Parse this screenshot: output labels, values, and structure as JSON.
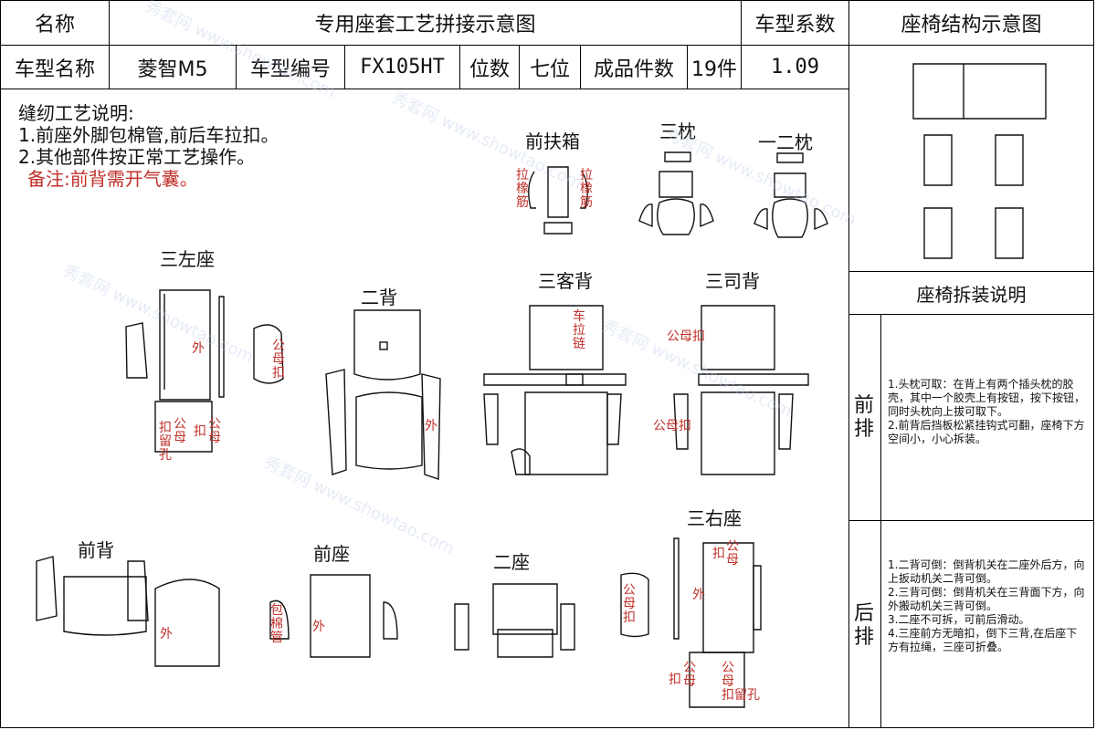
{
  "header": {
    "name_label": "名称",
    "title": "专用座套工艺拼接示意图",
    "coef_label": "车型系数",
    "struct_label": "座椅结构示意图"
  },
  "info": {
    "model_name_label": "车型名称",
    "model_name": "菱智M5",
    "model_code_label": "车型编号",
    "model_code": "FX105HT",
    "seats_label": "位数",
    "seats": "七位",
    "pieces_label": "成品件数",
    "pieces": "19件",
    "coef": "1.09"
  },
  "notes": {
    "heading": "缝纫工艺说明:",
    "line1": "1.前座外脚包棉管,前后车拉扣。",
    "line2": "2.其他部件按正常工艺操作。",
    "remark": "备注:前背需开气囊。"
  },
  "parts": {
    "front_armrest": "前扶箱",
    "third_pillow": "三枕",
    "first_second_pillow": "一二枕",
    "third_left_seat": "三左座",
    "second_back": "二背",
    "third_passenger_back": "三客背",
    "third_driver_back": "三司背",
    "front_back": "前背",
    "front_seat": "前座",
    "second_seat": "二座",
    "third_right_seat": "三右座"
  },
  "labels": {
    "elastic_l": "拉橡筋",
    "elastic_r": "拉橡筋",
    "outer": "外",
    "male_female_buckle": "公母扣",
    "buckle": "扣",
    "male_female": "公母",
    "buckle_hole": "扣留孔",
    "zipper": "车拉链",
    "cotton_tube": "包棉管"
  },
  "instructions": {
    "title": "座椅拆装说明",
    "front_row_label": "前排",
    "front_row_text": "1.头枕可取：在背上有两个插头枕的胶壳，其中一个胶壳上有按钮，按下按钮，同时头枕向上拔可取下。\n2.前背后挡板松紧挂钩式可翻，座椅下方空间小，小心拆装。",
    "rear_row_label": "后排",
    "rear_row_text": "1.二背可倒：倒背机关在二座外后方，向上扳动机关二背可倒。\n2.三背可倒：倒背机关在三背面下方，向外搬动机关三背可倒。\n3.二座不可拆，可前后滑动。\n4.三座前方无暗扣，倒下三背,在后座下方有拉绳，三座可折叠。"
  },
  "watermark": "秀套网 www.showtao.com"
}
